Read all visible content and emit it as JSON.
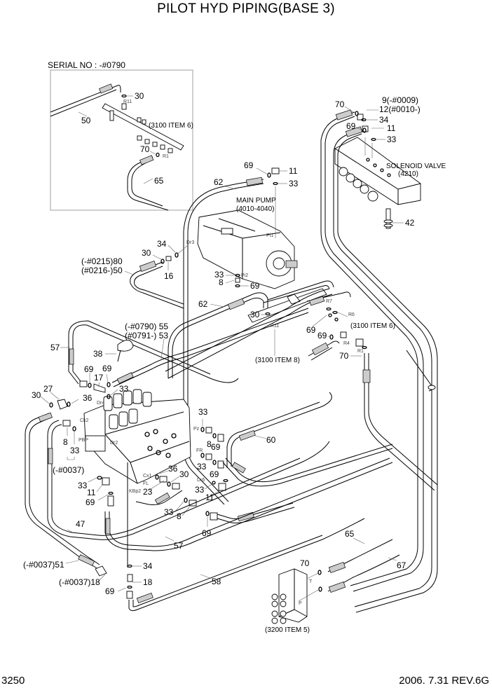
{
  "header": {
    "title": "PILOT HYD PIPING(BASE 3)"
  },
  "footer": {
    "page_number": "3250",
    "revision": "2006. 7.31 REV.6G"
  },
  "inset": {
    "serial_label": "SERIAL NO : -#0790",
    "callouts": {
      "c30": "30",
      "c50": "50",
      "c70": "70",
      "c65": "65",
      "ref": "(3100 ITEM 6)"
    },
    "ports": {
      "r11": "R11",
      "r1": "R1"
    }
  },
  "solenoid": {
    "name": "SOLENOID VALVE",
    "code": "(4210)",
    "callouts": {
      "c70": "70",
      "c9": "9(-#0009)",
      "c12": "12(#0010-)",
      "c34": "34",
      "c69": "69",
      "c11": "11",
      "c33": "33",
      "c42": "42"
    }
  },
  "pump": {
    "name": "MAIN PUMP",
    "code": "(4010-4040)",
    "callouts": {
      "c69": "69",
      "c11": "11",
      "c33": "33",
      "c62": "62",
      "c33b": "33",
      "c8": "8",
      "c69b": "69"
    },
    "ports": {
      "dr3": "Dr3",
      "pi1": "Pi1",
      "pi2": "Pi2"
    }
  },
  "drain": {
    "callouts": {
      "c34": "34",
      "c30": "30",
      "c16": "16",
      "c80": "(-#0215)80",
      "c50": "(#0216-)50"
    }
  },
  "manifold": {
    "callouts": {
      "c62": "62",
      "c30": "30",
      "c69a": "69",
      "c69b": "69",
      "c70": "70",
      "ref6": "(3100 ITEM 6)",
      "ref8": "(3100 ITEM 8)"
    },
    "ports": {
      "r11": "R11",
      "r7": "R7",
      "r6": "R6",
      "r4": "R4",
      "r1": "R1"
    }
  },
  "mcv": {
    "callouts": {
      "c55": "(-#0790) 55",
      "c53": "(#0791-) 53",
      "c57": "57",
      "c38": "38",
      "c69a": "69",
      "c69b": "69",
      "c17": "17",
      "c33a": "33",
      "c36a": "36",
      "c30": "30",
      "c27": "27",
      "c8": "8",
      "c33b": "33",
      "c0037": "(-#0037)",
      "c33c": "33",
      "c11": "11",
      "c69c": "69",
      "c23": "23",
      "c36b": "36",
      "c30b": "30",
      "c33d": "33",
      "c8b": "8",
      "c69d": "69",
      "c33e": "33",
      "c69e": "69",
      "c33f": "33",
      "c11b": "11",
      "c33g": "33",
      "c8c": "8",
      "c69f": "69",
      "c60": "60"
    },
    "ports": {
      "dr4": "Dr4",
      "ck2": "Ck2",
      "pbp": "PBP",
      "dr2": "Dr2",
      "pz": "Pz",
      "fr": "FR",
      "cx1": "Cx1",
      "fl": "FL",
      "kbp2": "KBp2",
      "dr6": "Dr6"
    }
  },
  "lower": {
    "callouts": {
      "c47": "47",
      "c57": "57",
      "c51": "(-#0037)51",
      "c18a": "(-#0037)18",
      "c34": "34",
      "c18b": "18",
      "c69": "69",
      "c58": "58",
      "c65": "65",
      "c67": "67",
      "c70": "70",
      "ref5": "(3200 ITEM 5)"
    },
    "ports": {
      "t": "T",
      "p": "P"
    }
  }
}
